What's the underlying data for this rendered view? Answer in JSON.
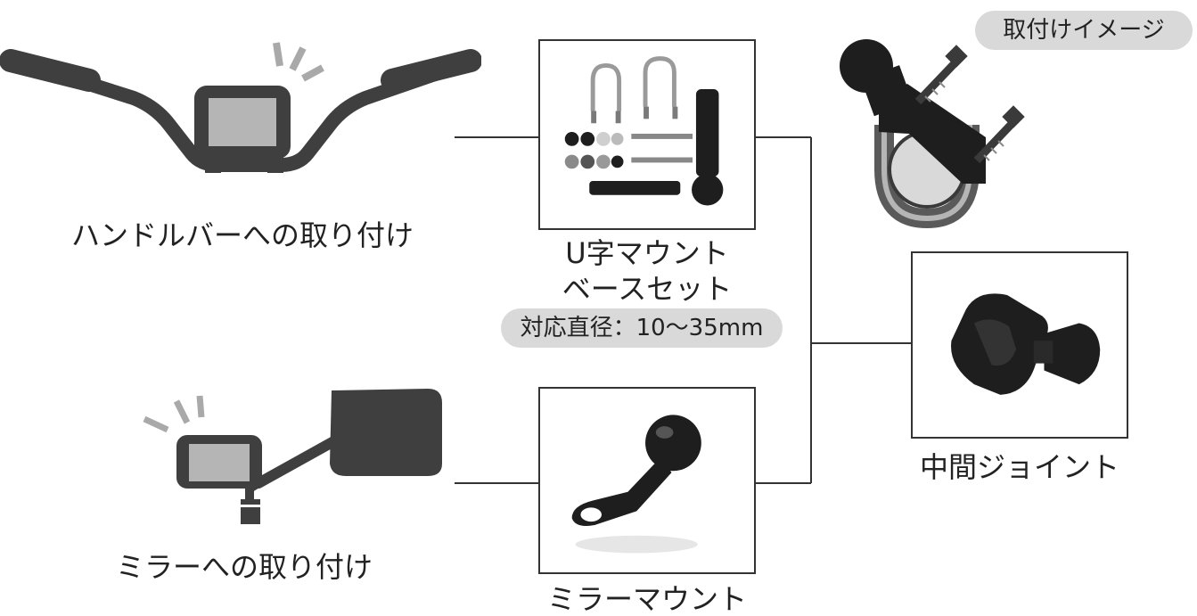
{
  "labels": {
    "handlebar_mount": "ハンドルバーへの取り付け",
    "mirror_mount_usage": "ミラーへの取り付け",
    "u_mount_line1": "U字マウント",
    "u_mount_line2": "ベースセット",
    "diameter_badge": "対応直径：10〜35mm",
    "mirror_mount_part": "ミラーマウント",
    "middle_joint": "中間ジョイント",
    "install_image_badge": "取付けイメージ"
  },
  "colors": {
    "dark_part": "#3f3f3f",
    "screen": "#b5b5b5",
    "signal": "#a9a9a9",
    "badge_bg": "#d9d9d9",
    "line": "#333333"
  },
  "icons": {
    "handlebar": "handlebar-illustration",
    "mirror": "mirror-illustration",
    "u_bolt_kit": "u-bolt-kit-photo",
    "ball_mount": "ball-mount-photo",
    "joint": "double-socket-arm-photo",
    "install": "installation-diagram"
  }
}
